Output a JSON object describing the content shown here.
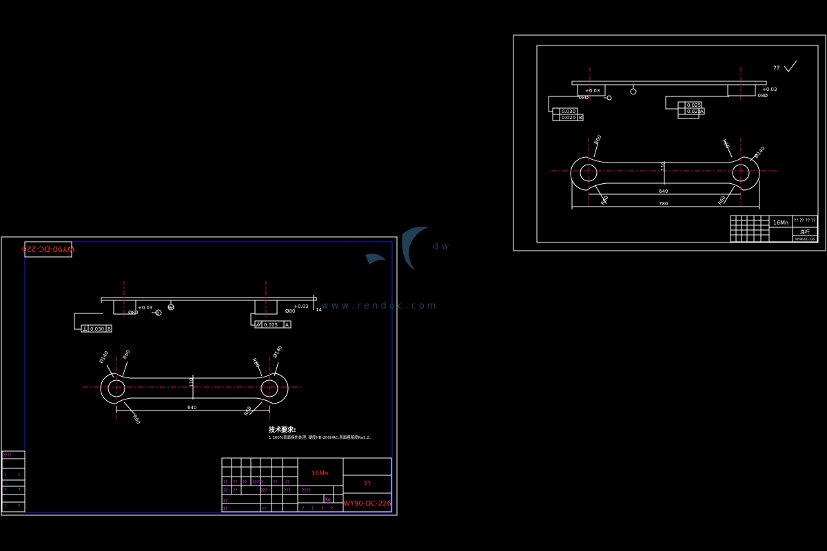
{
  "colors": {
    "background": "#000000",
    "line": "#ffffff",
    "centerline": "#e0006a",
    "title_text": "#ff3333",
    "inner_frame_left": "#1a1aff",
    "watermark": "#2a4a66"
  },
  "left_sheet": {
    "drawing_no_top": "WY90-DC-226",
    "tech_req_title": "技术要求:",
    "tech_req_body": "1.100%表面探伤处理, 硬度HB-200HRC,表面粗糙度Ra1.2。",
    "dims": {
      "tol_left": "+0.03",
      "dia_left": "Ø80",
      "tol_right": "+0.03",
      "dia_right": "Ø80",
      "thickness": "14",
      "width": "110",
      "center_dist": "640",
      "r_top_left": "R60",
      "d_top_left": "Ø140",
      "r_top_right": "R60",
      "d_top_right": "Ø140",
      "r_bot_left": "R60",
      "r_bot_right": "R60"
    },
    "gdt": {
      "perp_value": "0.030",
      "perp_datum": "B",
      "par_value": "0.025",
      "par_datum": "A",
      "datum_a": "A",
      "datum_b": "B"
    },
    "title_block": {
      "material": "16Mn",
      "name": "??",
      "drawing_no": "WY90-DC-226",
      "r1": [
        "??",
        "??",
        "??",
        "?????",
        "??",
        "??"
      ],
      "r2": [
        "??",
        "??",
        "",
        "???",
        "",
        "???"
      ],
      "r3": [
        "??",
        "",
        "",
        "??",
        "",
        ""
      ],
      "mid": [
        "????",
        "",
        ""
      ],
      "scale_row": [
        "?",
        "?",
        "?",
        "?"
      ],
      "weight": "Kg",
      "revision_cells": [
        "???",
        "?",
        "?",
        "?",
        "?"
      ]
    },
    "side_table": [
      "????",
      "?",
      "?",
      "?",
      "?",
      "?",
      "?"
    ]
  },
  "right_sheet": {
    "material": "16Mn",
    "name": "连杆",
    "drawing_no": "WY90-DC-226",
    "roughness": "??",
    "dims": {
      "tol_left": "+0.03",
      "dia_left": "Ø80",
      "tol_right": "+0.03",
      "dia_right": "Ø80",
      "width": "110",
      "center_dist": "640",
      "overall": "780",
      "r_top_left": "R60",
      "r_top_right": "R60",
      "d_right": "Ø140",
      "r_bot_left": "R60",
      "r_bot_right": "R60"
    },
    "gdt": {
      "left_1": "0.030",
      "left_1_datum": "",
      "left_2": "0.020",
      "left_2_datum": "B",
      "right_1": "0.025",
      "right_2": "0.025",
      "right_2_datum": "A"
    },
    "header_marks": "?? ?? ?? ??"
  },
  "watermark": {
    "letters": "d w",
    "url": "w w w . r e n d o c . c o m"
  }
}
